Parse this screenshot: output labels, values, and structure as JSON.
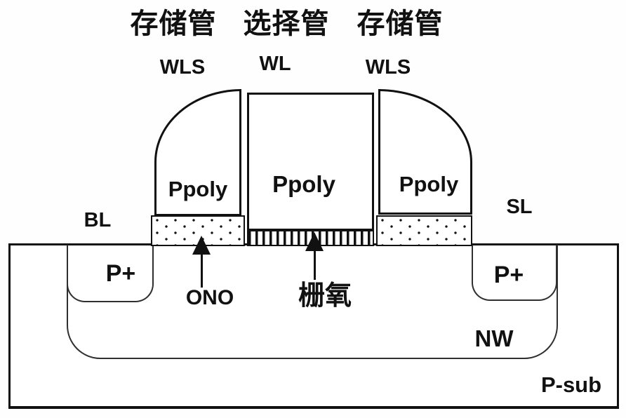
{
  "title_labels": {
    "memory_left": "存储管",
    "select_center": "选择管",
    "memory_right": "存储管"
  },
  "wordline_labels": {
    "wls_left": "WLS",
    "wl_center": "WL",
    "wls_right": "WLS"
  },
  "gate_labels": {
    "ppoly_left": "Ppoly",
    "ppoly_center": "Ppoly",
    "ppoly_right": "Ppoly"
  },
  "terminal_labels": {
    "bl": "BL",
    "sl": "SL"
  },
  "layer_labels": {
    "ono": "ONO",
    "gate_oxide": "栅氧"
  },
  "region_labels": {
    "pplus_left": "P+",
    "pplus_right": "P+",
    "nwell": "NW",
    "psub": "P-sub"
  },
  "colors": {
    "line": "#111111",
    "background": "#ffffff",
    "text": "#111111"
  }
}
